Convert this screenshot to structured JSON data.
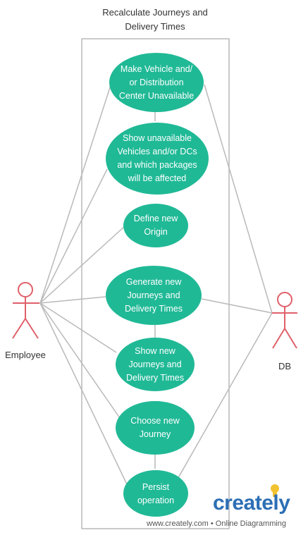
{
  "colors": {
    "usecase_fill": "#20b996",
    "actor_stroke": "#e0606a",
    "line": "#b9b9b9",
    "brand": "#2c6fb5",
    "bulb": "#f2c230"
  },
  "system": {
    "title_line1": "Recalculate Journeys and",
    "title_line2": "Delivery Times"
  },
  "actors": {
    "employee": "Employee",
    "db": "DB"
  },
  "use_cases": [
    {
      "line1": "Make Vehicle and/",
      "line2": "or Distribution",
      "line3": "Center Unavailable",
      "line4": ""
    },
    {
      "line1": "Show unavailable",
      "line2": "Vehicles and/or DCs",
      "line3": "and which packages",
      "line4": "will be affected"
    },
    {
      "line1": "Define new",
      "line2": "Origin",
      "line3": "",
      "line4": ""
    },
    {
      "line1": "Generate new",
      "line2": "Journeys and",
      "line3": "Delivery Times",
      "line4": ""
    },
    {
      "line1": "Show new",
      "line2": "Journeys and",
      "line3": "Delivery Times",
      "line4": ""
    },
    {
      "line1": "Choose new",
      "line2": "Journey",
      "line3": "",
      "line4": ""
    },
    {
      "line1": "Persist",
      "line2": "operation",
      "line3": "",
      "line4": ""
    }
  ],
  "branding": {
    "name": "creately",
    "footer": "www.creately.com • Online Diagramming"
  }
}
